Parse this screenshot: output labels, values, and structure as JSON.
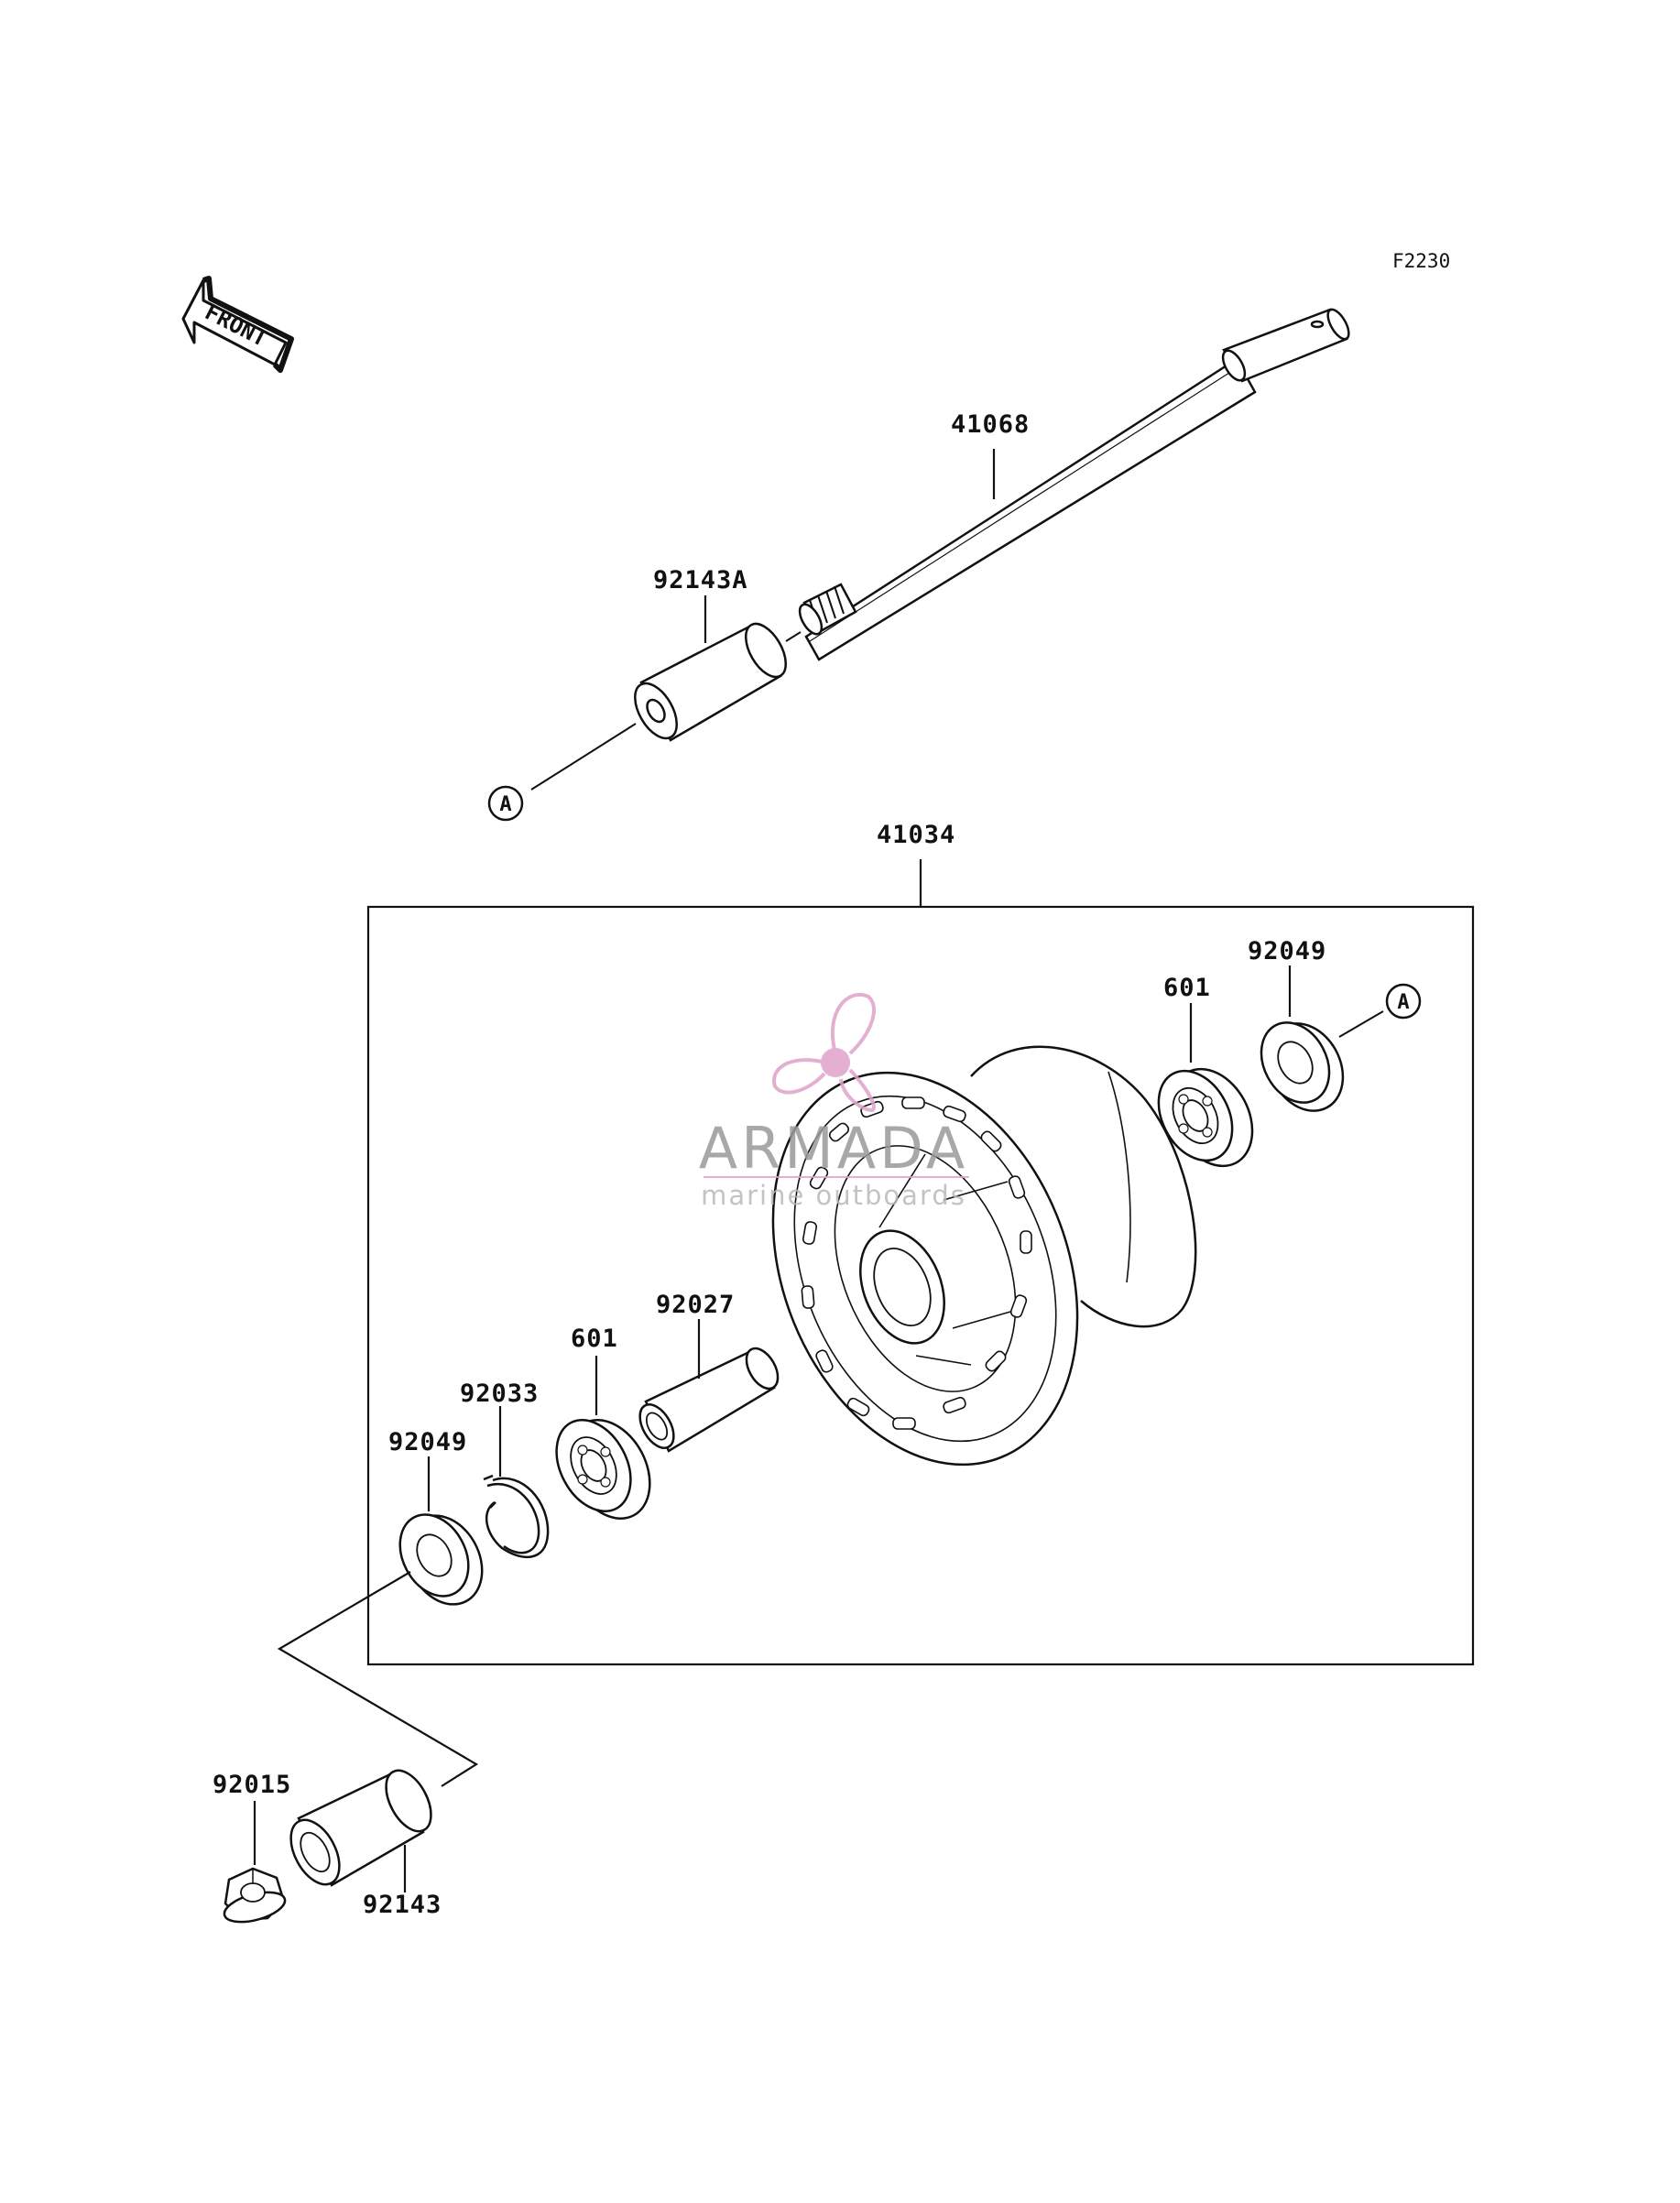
{
  "diagram": {
    "figure_ref": "F2230",
    "direction_label": "FRONT",
    "callouts": {
      "axle": "41068",
      "collar_a": "92143A",
      "hub_assembly": "41034",
      "bearing_right": "601",
      "seal_right": "92049",
      "tube_spacer": "92027",
      "bearing_left": "601",
      "circlip": "92033",
      "seal_left": "92049",
      "nut": "92015",
      "collar": "92143"
    },
    "reference_marks": {
      "left": "A",
      "right": "A"
    }
  },
  "watermark": {
    "brand": "ARMADA",
    "tagline": "marine outboards",
    "color": "#e0a3c9"
  }
}
